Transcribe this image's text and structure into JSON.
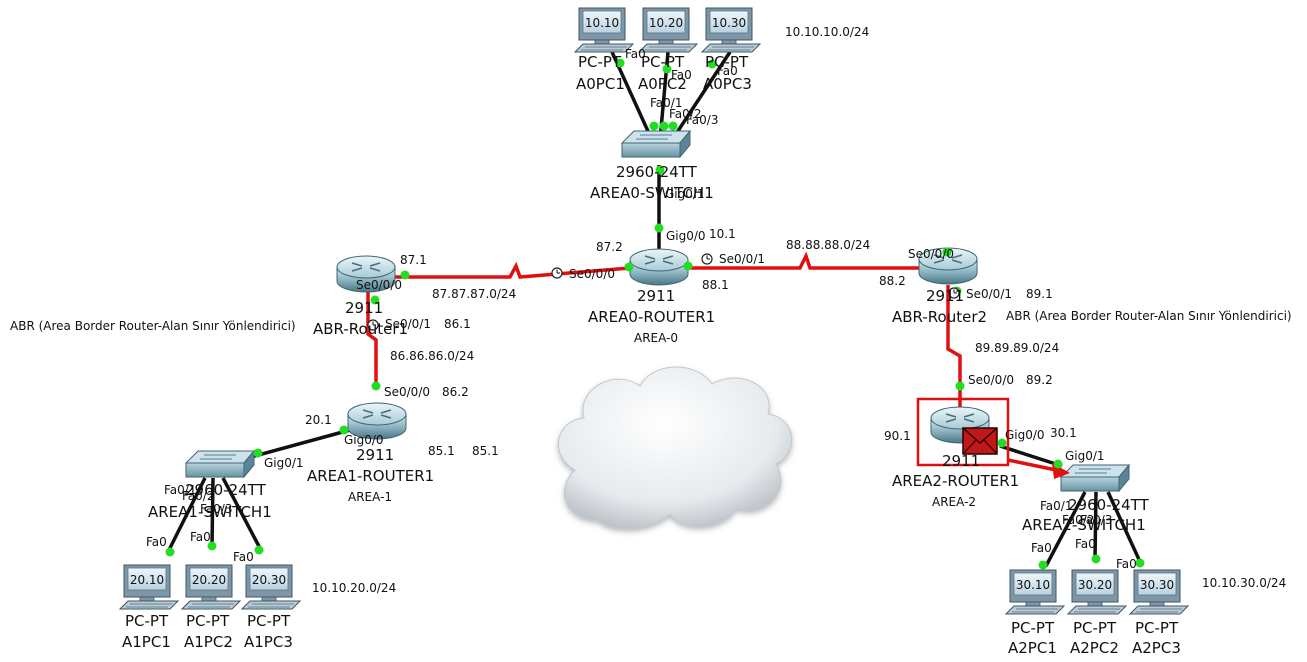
{
  "colors": {
    "serial_link": "#e01010",
    "ethernet_link": "#101010",
    "port_up": "#22dd22",
    "highlight": "#e01010"
  },
  "area0": {
    "network": "10.10.10.0/24",
    "pcs": [
      {
        "screen": "10.10",
        "line1": "PC-PT",
        "line2": "A0PC1",
        "port": "Fa0"
      },
      {
        "screen": "10.20",
        "line1": "PC-PT",
        "line2": "A0PC2",
        "port": "Fa0"
      },
      {
        "screen": "10.30",
        "line1": "PC-PT",
        "line2": "A0PC3",
        "port": "Fa0"
      }
    ],
    "switch": {
      "model": "2960-24TT",
      "name": "AREA0-SWITCH1",
      "ports": [
        "Fa0/1",
        "Fa0/2",
        "Fa0/3"
      ],
      "uplink": "Gig0/1"
    },
    "router": {
      "model": "2911",
      "name": "AREA0-ROUTER1",
      "area": "AREA-0",
      "port_gig": "Gig0/0",
      "ip_gig": "10.1",
      "port_left": "Se0/0/0",
      "ip_left": "87.2",
      "port_right": "Se0/0/1",
      "ip_right": "88.1"
    }
  },
  "abr1": {
    "model": "2911",
    "name": "ABR-Router1",
    "desc": "ABR (Area Border Router-Alan Sınır Yönlendirici)",
    "port_top": "Se0/0/0",
    "ip_top": "87.1",
    "port_down": "Se0/0/1",
    "ip_down": "86.1"
  },
  "abr2": {
    "model": "2911",
    "name": "ABR-Router2",
    "desc": "ABR (Area Border Router-Alan Sınır Yönlendirici)",
    "port_left": "Se0/0/0",
    "ip_left": "88.2",
    "port_down": "Se0/0/1",
    "ip_down": "89.1"
  },
  "links": {
    "left": "87.87.87.0/24",
    "right": "88.88.88.0/24",
    "abr1_down": "86.86.86.0/24",
    "abr2_down": "89.89.89.0/24"
  },
  "area1": {
    "router": {
      "model": "2911",
      "name": "AREA1-ROUTER1",
      "area": "AREA-1",
      "port_up": "Se0/0/0",
      "ip_up": "86.2",
      "port_gig": "Gig0/0",
      "ip_gig": "20.1",
      "extra1": "85.1",
      "extra2": "85.1"
    },
    "switch": {
      "model": "2960-24TT",
      "name": "AREA1-SWITCH1",
      "uplink": "Gig0/1",
      "ports": [
        "Fa0/1",
        "Fa0/2",
        "Fa0/3"
      ]
    },
    "network": "10.10.20.0/24",
    "pcs": [
      {
        "screen": "20.10",
        "line1": "PC-PT",
        "line2": "A1PC1",
        "port": "Fa0"
      },
      {
        "screen": "20.20",
        "line1": "PC-PT",
        "line2": "A1PC2",
        "port": "Fa0"
      },
      {
        "screen": "20.30",
        "line1": "PC-PT",
        "line2": "A1PC3",
        "port": "Fa0"
      }
    ]
  },
  "area2": {
    "router": {
      "model": "2911",
      "name": "AREA2-ROUTER1",
      "area": "AREA-2",
      "port_up": "Se0/0/0",
      "ip_up": "89.2",
      "port_gig": "Gig0/0",
      "ip_gig": "30.1",
      "ip_left": "90.1"
    },
    "switch": {
      "model": "2960-24TT",
      "name": "AREA2-SWITCH1",
      "uplink": "Gig0/1",
      "ports": [
        "Fa0/1",
        "Fa0/2",
        "Fa0/3"
      ]
    },
    "network": "10.10.30.0/24",
    "pcs": [
      {
        "screen": "30.10",
        "line1": "PC-PT",
        "line2": "A2PC1",
        "port": "Fa0"
      },
      {
        "screen": "30.20",
        "line1": "PC-PT",
        "line2": "A2PC2",
        "port": "Fa0"
      },
      {
        "screen": "30.30",
        "line1": "PC-PT",
        "line2": "A2PC3",
        "port": "Fa0"
      }
    ]
  }
}
